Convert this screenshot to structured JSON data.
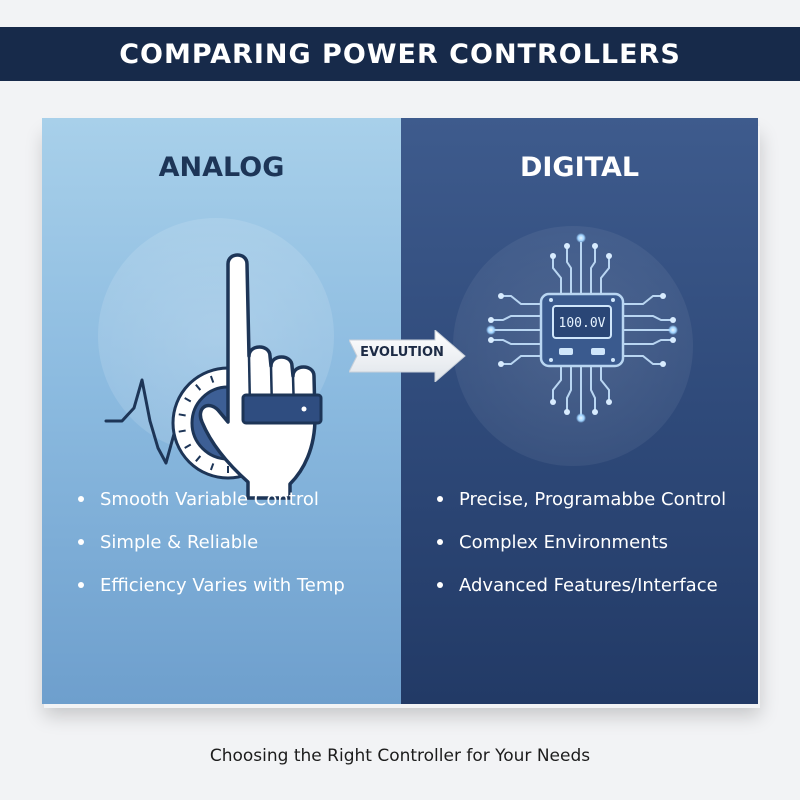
{
  "header": {
    "title": "COMPARING POWER CONTROLLERS"
  },
  "analog": {
    "heading": "ANALOG",
    "icon": "hand-turning-dial-icon",
    "bullets": [
      "Smooth Variable Control",
      "Simple & Reliable",
      "Efficiency Varies with Temp"
    ]
  },
  "digital": {
    "heading": "DIGITAL",
    "icon": "microchip-display-icon",
    "display_value": "100.0V",
    "bullets": [
      "Precise, Programabbe Control",
      "Complex Environments",
      "Advanced Features/Interface"
    ]
  },
  "connector": {
    "label": "EVOLUTION",
    "icon": "arrow-right-icon"
  },
  "footer": {
    "caption": "Choosing the Right Controller for Your Needs"
  },
  "colors": {
    "banner": "#172a4a",
    "analog_panel": "#8cbbe0",
    "digital_panel": "#2f4a7a",
    "accent_glow": "#9fd3ff"
  }
}
